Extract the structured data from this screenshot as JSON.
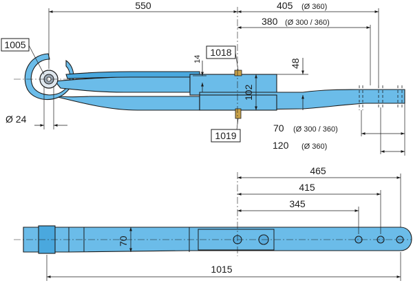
{
  "part_numbers": {
    "eye_bushing": "1005",
    "u_bolt_top": "1018",
    "u_bolt_bottom": "1019"
  },
  "dimensions": {
    "eye_to_center": "550",
    "center_to_hole_360": "405",
    "center_to_hole_360_note": "(Ø 360)",
    "center_to_hole_300": "380",
    "center_to_hole_300_note": "(Ø 300 / 360)",
    "leaf_top_thickness": "14",
    "pad_height": "48",
    "pack_height": "102",
    "bushing_diameter": "Ø 24",
    "end_to_hole_300": "70",
    "end_to_hole_300_note": "(Ø 300 / 360)",
    "end_to_hole_360": "120",
    "end_to_hole_360_note": "(Ø 360)",
    "width": "70",
    "center_to_end": "465",
    "center_to_hole_a": "415",
    "center_to_hole_b": "345",
    "overall_length": "1015"
  },
  "colors": {
    "part": "#6bbce9",
    "part_dark": "#4aa8de",
    "line": "#1a1a1a"
  }
}
